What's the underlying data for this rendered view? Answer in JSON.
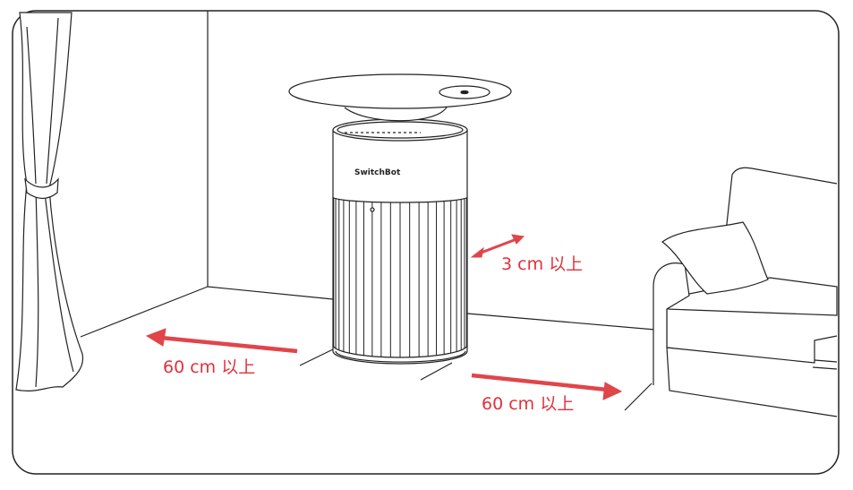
{
  "product": {
    "brand": "SwitchBot"
  },
  "labels": {
    "side_clearance": "3 cm 以上",
    "left_clearance": "60 cm 以上",
    "front_clearance": "60 cm 以上"
  },
  "colors": {
    "arrow": "#e0454a",
    "line": "#222222"
  }
}
